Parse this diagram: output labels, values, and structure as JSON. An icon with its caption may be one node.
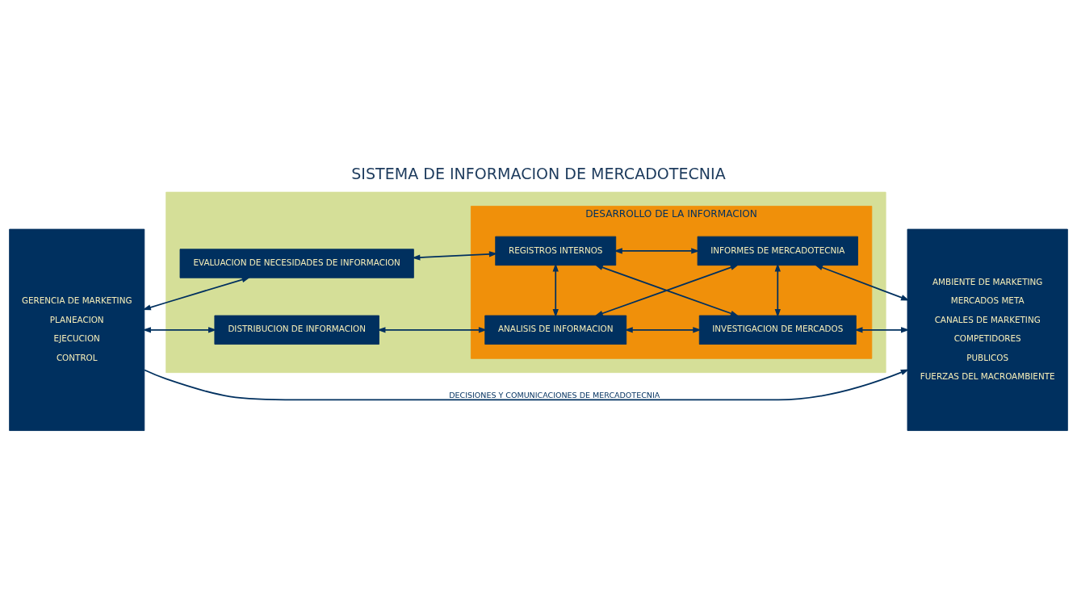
{
  "diagram": {
    "title": "SISTEMA DE INFORMACION DE MERCADOTECNIA",
    "nodes": [
      {
        "text": [
          "GERENCIA DE MARKETING",
          "PLANEACION",
          "EJECUCION",
          "CONTROL"
        ]
      },
      {
        "text": [],
        "shape": "box"
      },
      {
        "text": [
          "EVALUACION DE NECESIDADES DE INFORMACION"
        ],
        "in": 1
      },
      {
        "text": [
          "DESARROLLO DE LA INFORMACION"
        ],
        "in": 1
      },
      {
        "text": [
          "REGISTROS INTERNOS"
        ],
        "in": 3
      },
      {
        "text": [
          "INFORMES DE MERCADOTECNIA"
        ],
        "in": 3
      },
      {
        "text": [
          "DISTRIBUCION DE INFORMACION"
        ],
        "in": 1
      },
      {
        "text": [
          "ANALISIS DE INFORMACION"
        ],
        "in": 3
      },
      {
        "text": [
          "INVESTIGACION DE MERCADOS"
        ],
        "in": 3
      },
      {
        "text": [
          "AMBIENTE DE MARKETING",
          "MERCADOS META",
          "CANALES DE MARKETING",
          "COMPETIDORES",
          "PUBLICOS",
          "FUERZAS DEL MACROAMBIENTE"
        ]
      }
    ],
    "edges": [
      {
        "from": 0,
        "to": 2,
        "arrow": "both"
      },
      {
        "from": 2,
        "to": 4,
        "arrow": "both"
      },
      {
        "from": 4,
        "to": 5,
        "arrow": "both"
      },
      {
        "from": 5,
        "to": 9,
        "arrow": "both"
      },
      {
        "from": 4,
        "to": 7,
        "arrow": "both"
      },
      {
        "from": 5,
        "to": 8,
        "arrow": "both"
      },
      {
        "from": 4,
        "to": 8,
        "arrow": "both"
      },
      {
        "from": 5,
        "to": 7,
        "arrow": "both"
      },
      {
        "from": 0,
        "to": 6,
        "arrow": "both"
      },
      {
        "from": 6,
        "to": 7,
        "arrow": "both"
      },
      {
        "from": 7,
        "to": 8,
        "arrow": "both"
      },
      {
        "from": 8,
        "to": 9,
        "arrow": "both"
      },
      {
        "from": 0,
        "to": 9,
        "arrow": "to",
        "label": "DECISIONES Y COMUNICACIONES DE MERCADOTECNIA"
      }
    ]
  }
}
